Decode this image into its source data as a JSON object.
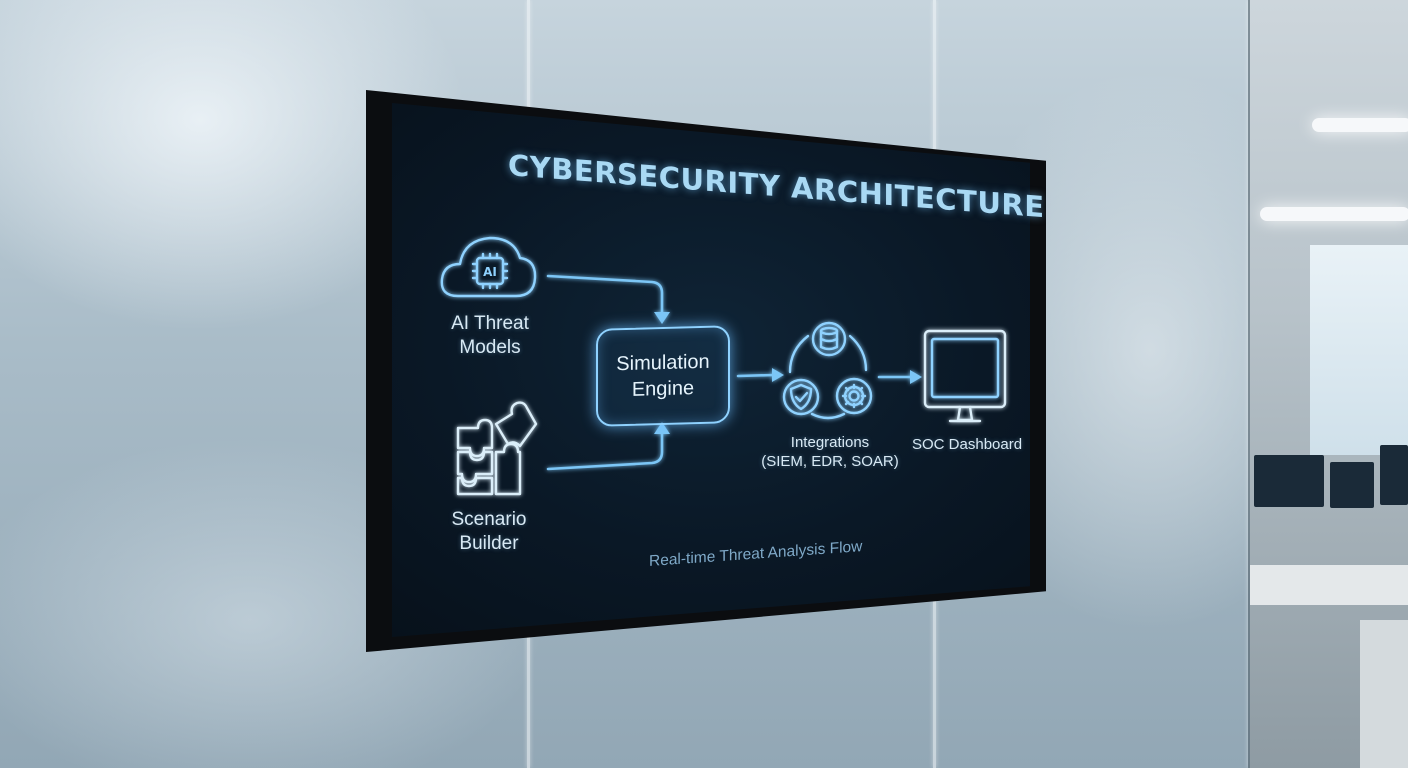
{
  "screen": {
    "title": "CYBERSECURITY ARCHITECTURE",
    "caption": "Real-time Threat Analysis Flow"
  },
  "nodes": {
    "ai_models": {
      "line1": "AI Threat",
      "line2": "Models",
      "icon": "cloud-ai-chip-icon",
      "chip_text": "AI"
    },
    "scenario": {
      "line1": "Scenario",
      "line2": "Builder",
      "icon": "puzzle-icon"
    },
    "engine": {
      "line1": "Simulation",
      "line2": "Engine"
    },
    "integrations": {
      "line1": "Integrations",
      "line2": "(SIEM, EDR, SOAR)",
      "icons": [
        "database-icon",
        "shield-check-icon",
        "gear-icon"
      ]
    },
    "dashboard": {
      "line1": "SOC Dashboard",
      "icon": "monitor-icon"
    }
  },
  "colors": {
    "accent": "#8fd2ff",
    "title": "#a9d9f4",
    "caption": "#7fa9c8",
    "screen_bg": "#0a1826"
  }
}
